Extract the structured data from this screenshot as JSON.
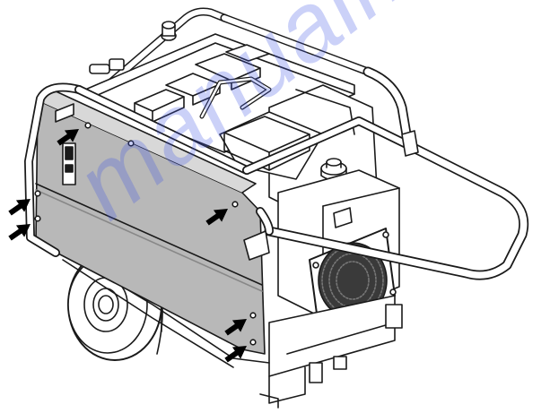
{
  "diagram": {
    "description": "Technical line drawing of a wheeled engine-driven pump unit with a tubular frame and a gray side cover panel; black arrows point to the panel's fastening screws.",
    "watermark_text": "manualmachine.com",
    "colors": {
      "line": "#1a1a1a",
      "panel": "#b8b8b8",
      "panel_dark": "#9a9a9a",
      "frame": "#ffffff",
      "arrow": "#000000",
      "watermark": "#5a6ee8"
    },
    "arrows": [
      {
        "name": "arrow-top-left",
        "points_to": "upper panel screw"
      },
      {
        "name": "arrow-left-upper",
        "points_to": "left edge screw"
      },
      {
        "name": "arrow-left-lower",
        "points_to": "left edge screw"
      },
      {
        "name": "arrow-right-upper",
        "points_to": "right panel screw"
      },
      {
        "name": "arrow-bottom-upper",
        "points_to": "lower right screw"
      },
      {
        "name": "arrow-bottom-lower",
        "points_to": "lower right screw"
      }
    ]
  }
}
